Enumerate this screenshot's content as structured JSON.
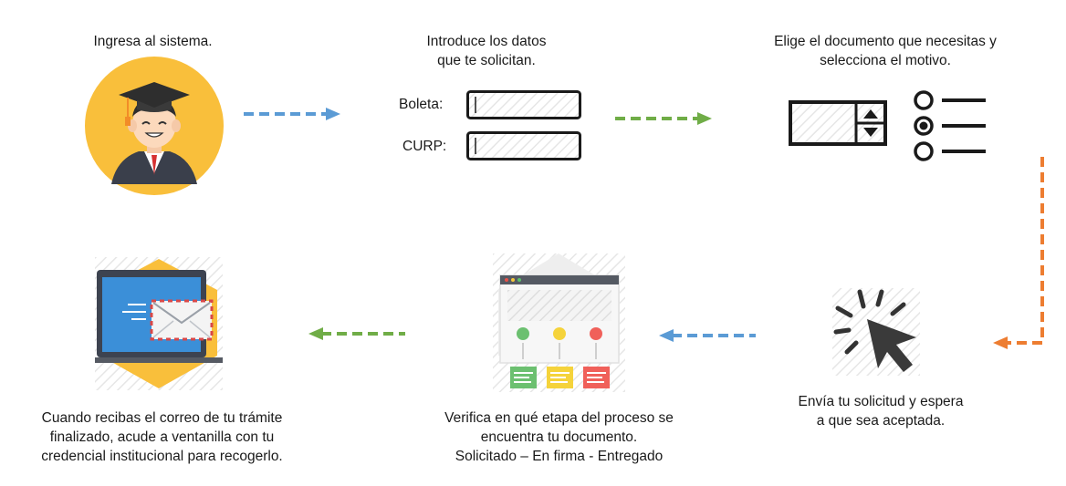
{
  "steps": {
    "step1": {
      "caption": "Ingresa al sistema."
    },
    "step2": {
      "caption": "Introduce los datos\nque te solicitan.",
      "field1_label": "Boleta:",
      "field2_label": "CURP:"
    },
    "step3": {
      "caption": "Elige el documento que necesitas y\nselecciona el motivo."
    },
    "step4": {
      "caption": "Envía tu solicitud y espera\na que sea aceptada."
    },
    "step5": {
      "caption": "Verifica en qué etapa del proceso se\nencuentra tu documento.\nSolicitado – En firma - Entregado"
    },
    "step6": {
      "caption": "Cuando recibas el correo de tu trámite\nfinalizado, acude a ventanilla con tu\ncredencial institucional para recogerlo."
    }
  },
  "colors": {
    "arrow_blue": "#5b9bd5",
    "arrow_green": "#70ad47",
    "arrow_orange": "#ed7d31",
    "accent_yellow": "#f9bf3b",
    "screen_blue": "#3b8fd8"
  },
  "icons": [
    "graduate-icon",
    "form-fields-icon",
    "document-select-icon",
    "click-cursor-icon",
    "status-browser-icon",
    "laptop-email-icon"
  ]
}
